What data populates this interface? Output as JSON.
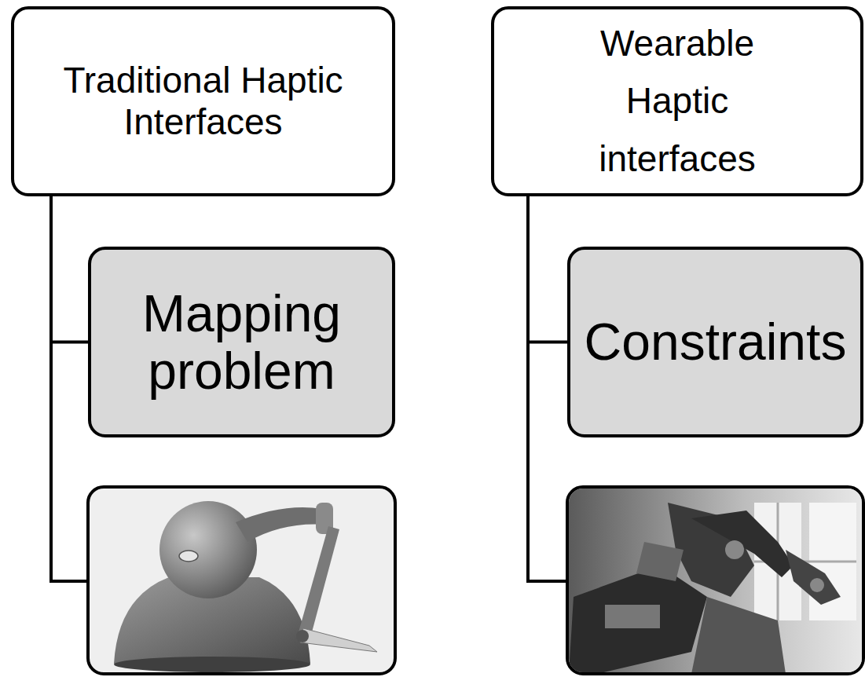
{
  "diagram": {
    "nodes": [
      {
        "text": [
          "Traditional Haptic Interfaces"
        ]
      },
      {
        "text": [
          "Mapping problem"
        ]
      },
      {
        "text": [
          "Wearable Haptic interfaces"
        ]
      },
      {
        "text": [
          "Constraints"
        ]
      }
    ],
    "edges": [
      {
        "from": 0,
        "to": 1,
        "arrow": "none"
      },
      {
        "from": 2,
        "to": 3,
        "arrow": "none"
      }
    ]
  }
}
